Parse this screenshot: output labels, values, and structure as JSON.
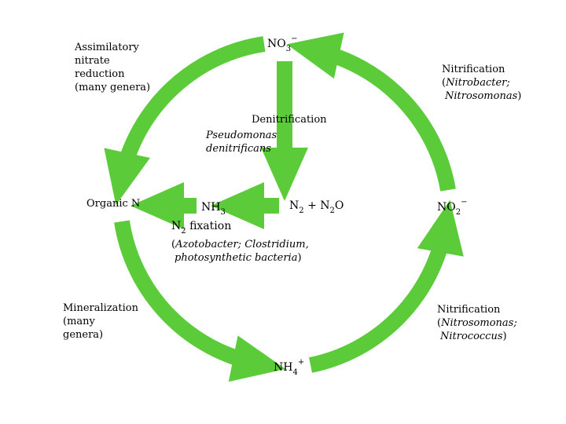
{
  "colors": {
    "arrow": "#5ccb3a",
    "background": "#ffffff",
    "text": "#000000"
  },
  "nodes": {
    "nitrate": {
      "base": "NO",
      "sub": "3",
      "sup": "−"
    },
    "nitrite": {
      "base": "NO",
      "sub": "2",
      "sup": "−"
    },
    "ammonium": {
      "base": "NH",
      "sub": "4",
      "sup": "+"
    },
    "organic_n": {
      "text": "Organic N"
    },
    "ammonia": {
      "base": "NH",
      "sub": "3"
    },
    "n2_n2o": {
      "a": "N",
      "a_sub": "2",
      "plus": " + N",
      "b_sub": "2",
      "end": "O"
    }
  },
  "processes": {
    "assimilatory": {
      "line1": "Assimilatory",
      "line2": "nitrate",
      "line3": "reduction",
      "line4": "(many genera)"
    },
    "nitrification_top": {
      "title": "Nitrification",
      "org1": "Nitrobacter;",
      "org2": "Nitrosomonas",
      "open": "(",
      "close": ")"
    },
    "denitrification": {
      "title": "Denitrification",
      "org1": "Pseudomonas",
      "org2": "denitrificans"
    },
    "fixation": {
      "title_base": "N",
      "title_sub": "2",
      "title_rest": " fixation",
      "open": "(",
      "org1": "Azotobacter; Clostridium,",
      "org2": "photosynthetic bacteria",
      "close": ")"
    },
    "mineralization": {
      "line1": "Mineralization",
      "line2": "(many",
      "line3": "genera)"
    },
    "nitrification_bottom": {
      "title": "Nitrification",
      "org1": "Nitrosomonas;",
      "org2": "Nitrococcus",
      "open": "(",
      "close": ")"
    }
  }
}
